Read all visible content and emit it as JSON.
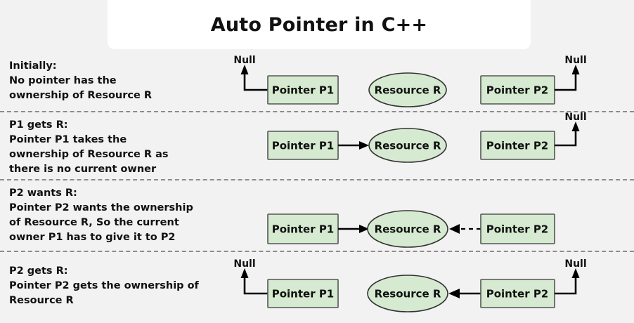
{
  "page": {
    "title": "Auto Pointer in C++",
    "background_color": "#f2f2f2",
    "card_color": "#ffffff",
    "node_fill_color": "#d5ead0",
    "divider_color": "#8c8c8c"
  },
  "rows": [
    {
      "id": "initially",
      "heading": "Initially:",
      "description": "Initially:\nNo pointer has the\nownership of Resource R",
      "nodes": {
        "pointer_p1": "Pointer P1",
        "resource": "Resource R",
        "pointer_p2": "Pointer P2",
        "p1_target": "Null",
        "p2_target": "Null"
      }
    },
    {
      "id": "p1-gets-r",
      "heading": "P1 gets R:",
      "description": "P1 gets R:\nPointer P1 takes the\nownership of Resource R as\nthere is no current owner",
      "nodes": {
        "pointer_p1": "Pointer P1",
        "resource": "Resource R",
        "pointer_p2": "Pointer P2",
        "p2_target": "Null"
      }
    },
    {
      "id": "p2-wants-r",
      "heading": "P2 wants R:",
      "description": "P2 wants R:\nPointer P2 wants the ownership\nof Resource R, So the current\nowner P1 has to give it to P2",
      "nodes": {
        "pointer_p1": "Pointer P1",
        "resource": "Resource R",
        "pointer_p2": "Pointer P2"
      }
    },
    {
      "id": "p2-gets-r",
      "heading": "P2 gets R:",
      "description": "P2 gets R:\nPointer P2 gets the ownership of\nResource R",
      "nodes": {
        "pointer_p1": "Pointer P1",
        "resource": "Resource R",
        "pointer_p2": "Pointer P2",
        "p1_target": "Null",
        "p2_target": "Null"
      }
    }
  ]
}
